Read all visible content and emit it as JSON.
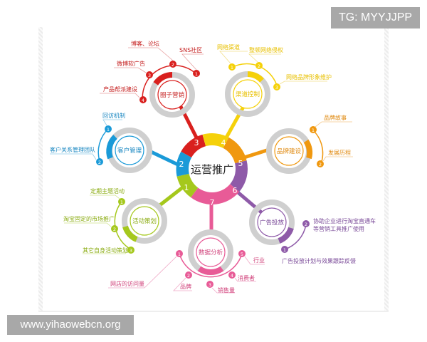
{
  "watermarks": {
    "top_right": "TG: MYYJJPP",
    "bottom_left": "www.yihaowebcn.org"
  },
  "hub": {
    "title": "运营推广",
    "segments": [
      {
        "num": "1",
        "color": "#a5c81c"
      },
      {
        "num": "2",
        "color": "#1a9ad8"
      },
      {
        "num": "3",
        "color": "#d9201e"
      },
      {
        "num": "4",
        "color": "#f5d10a"
      },
      {
        "num": "5",
        "color": "#f0980f"
      },
      {
        "num": "6",
        "color": "#8e5aa8"
      },
      {
        "num": "7",
        "color": "#e85b97"
      }
    ]
  },
  "nodes": {
    "circle_marketing": {
      "title": "圈子营销",
      "color": "#d9201e",
      "items": [
        "SNS社区",
        "博客、论坛",
        "微博软广告",
        "产品帮派建设"
      ]
    },
    "channel_control": {
      "title": "渠道控制",
      "color": "#f5d10a",
      "items": [
        "网络渠道",
        "整顿网络侵权",
        "网络品牌形象维护"
      ]
    },
    "brand_building": {
      "title": "品牌建设",
      "color": "#f0980f",
      "items": [
        "品牌故事",
        "发展历程"
      ]
    },
    "ad_placement": {
      "title": "广告投放",
      "color": "#8e5aa8",
      "items": [
        "广告投放计划与效果跟踪反馈",
        "协助企业进行淘宝直通车",
        "等营销工具推广使用"
      ]
    },
    "data_analysis": {
      "title": "数据分析",
      "color": "#e85b97",
      "items": [
        "网店的访问量",
        "品牌",
        "销售量",
        "消费者",
        "行业"
      ]
    },
    "event_planning": {
      "title": "活动策划",
      "color": "#a5c81c",
      "items": [
        "定期主题活动",
        "淘宝固定的市场推广",
        "其它自身活动策划"
      ]
    },
    "customer_management": {
      "title": "客户管理",
      "color": "#1a9ad8",
      "items": [
        "回访机制",
        "客户关系管理团队"
      ]
    }
  },
  "ring_gray": "#cfcfcf"
}
